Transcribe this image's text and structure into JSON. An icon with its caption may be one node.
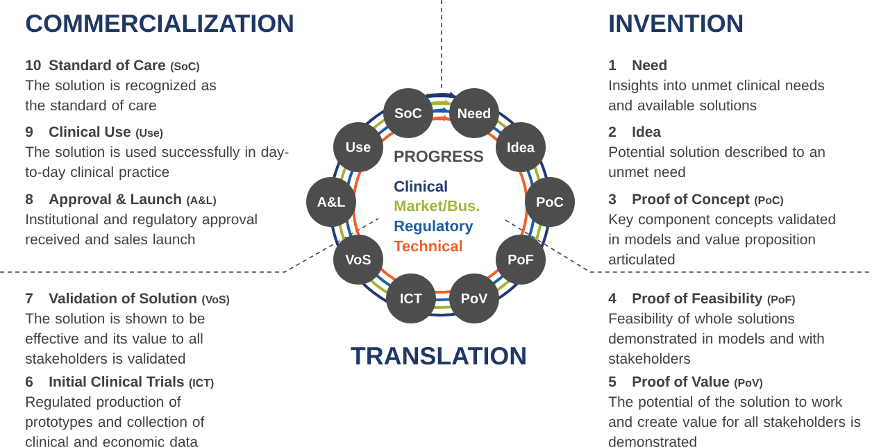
{
  "diagram": {
    "nodes": [
      {
        "text": [
          "Need"
        ]
      },
      {
        "text": [
          "Idea"
        ]
      },
      {
        "text": [
          "PoC"
        ]
      },
      {
        "text": [
          "PoF"
        ]
      },
      {
        "text": [
          "PoV"
        ]
      },
      {
        "text": [
          "ICT"
        ]
      },
      {
        "text": [
          "VoS"
        ]
      },
      {
        "text": [
          "A&L"
        ]
      },
      {
        "text": [
          "Use"
        ]
      },
      {
        "text": [
          "SoC"
        ]
      }
    ],
    "edges": [
      {
        "from": 9,
        "to": 0,
        "arrow": "to",
        "color": "#1f3a6e"
      },
      {
        "from": 9,
        "to": 0,
        "arrow": "to",
        "color": "#a3b43a"
      },
      {
        "from": 9,
        "to": 0,
        "arrow": "to",
        "color": "#1b5fa0"
      },
      {
        "from": 9,
        "to": 0,
        "arrow": "to",
        "color": "#f0602a"
      }
    ],
    "labels": [
      "COMMERCIALIZATION",
      "INVENTION",
      "10",
      "Standard of Care",
      "(SoC)",
      "The solution is recognized as the standard of care",
      "9",
      "Clinical Use",
      "(Use)",
      "The solution is used successfully in day-to-day clinical practice",
      "8",
      "Approval & Launch",
      "(A&L)",
      "Institutional and regulatory approval received and sales launch",
      "7",
      "Validation of Solution",
      "(VoS)",
      "The solution is shown to be effective and its value to all stakeholders is validated",
      "6",
      "Initial Clinical Trials",
      "(ICT)",
      "Regulated production of prototypes and collection of clinical and economic data",
      "1",
      "Need",
      "Insights into unmet clinical needs and available solutions",
      "2",
      "Idea",
      "Potential solution described to an unmet need",
      "3",
      "Proof of Concept",
      "(PoC)",
      "Key component concepts validated in models and value proposition articulated",
      "4",
      "Proof of Feasibility",
      "(PoF)",
      "Feasibility of whole solutions demonstrated in models and with stakeholders",
      "5",
      "Proof of Value",
      "(PoV)",
      "The potential of the solution to work and create value for all stakeholders is demonstrated",
      "PROGRESS",
      "TRANSLATION"
    ],
    "legend": [
      {
        "text": "Clinical",
        "color": "#1f3a6e"
      },
      {
        "text": "Market/Bus.",
        "color": "#a3b43a"
      },
      {
        "text": "Regulatory",
        "color": "#1b5fa0"
      },
      {
        "text": "Technical",
        "color": "#f0602a"
      }
    ]
  }
}
